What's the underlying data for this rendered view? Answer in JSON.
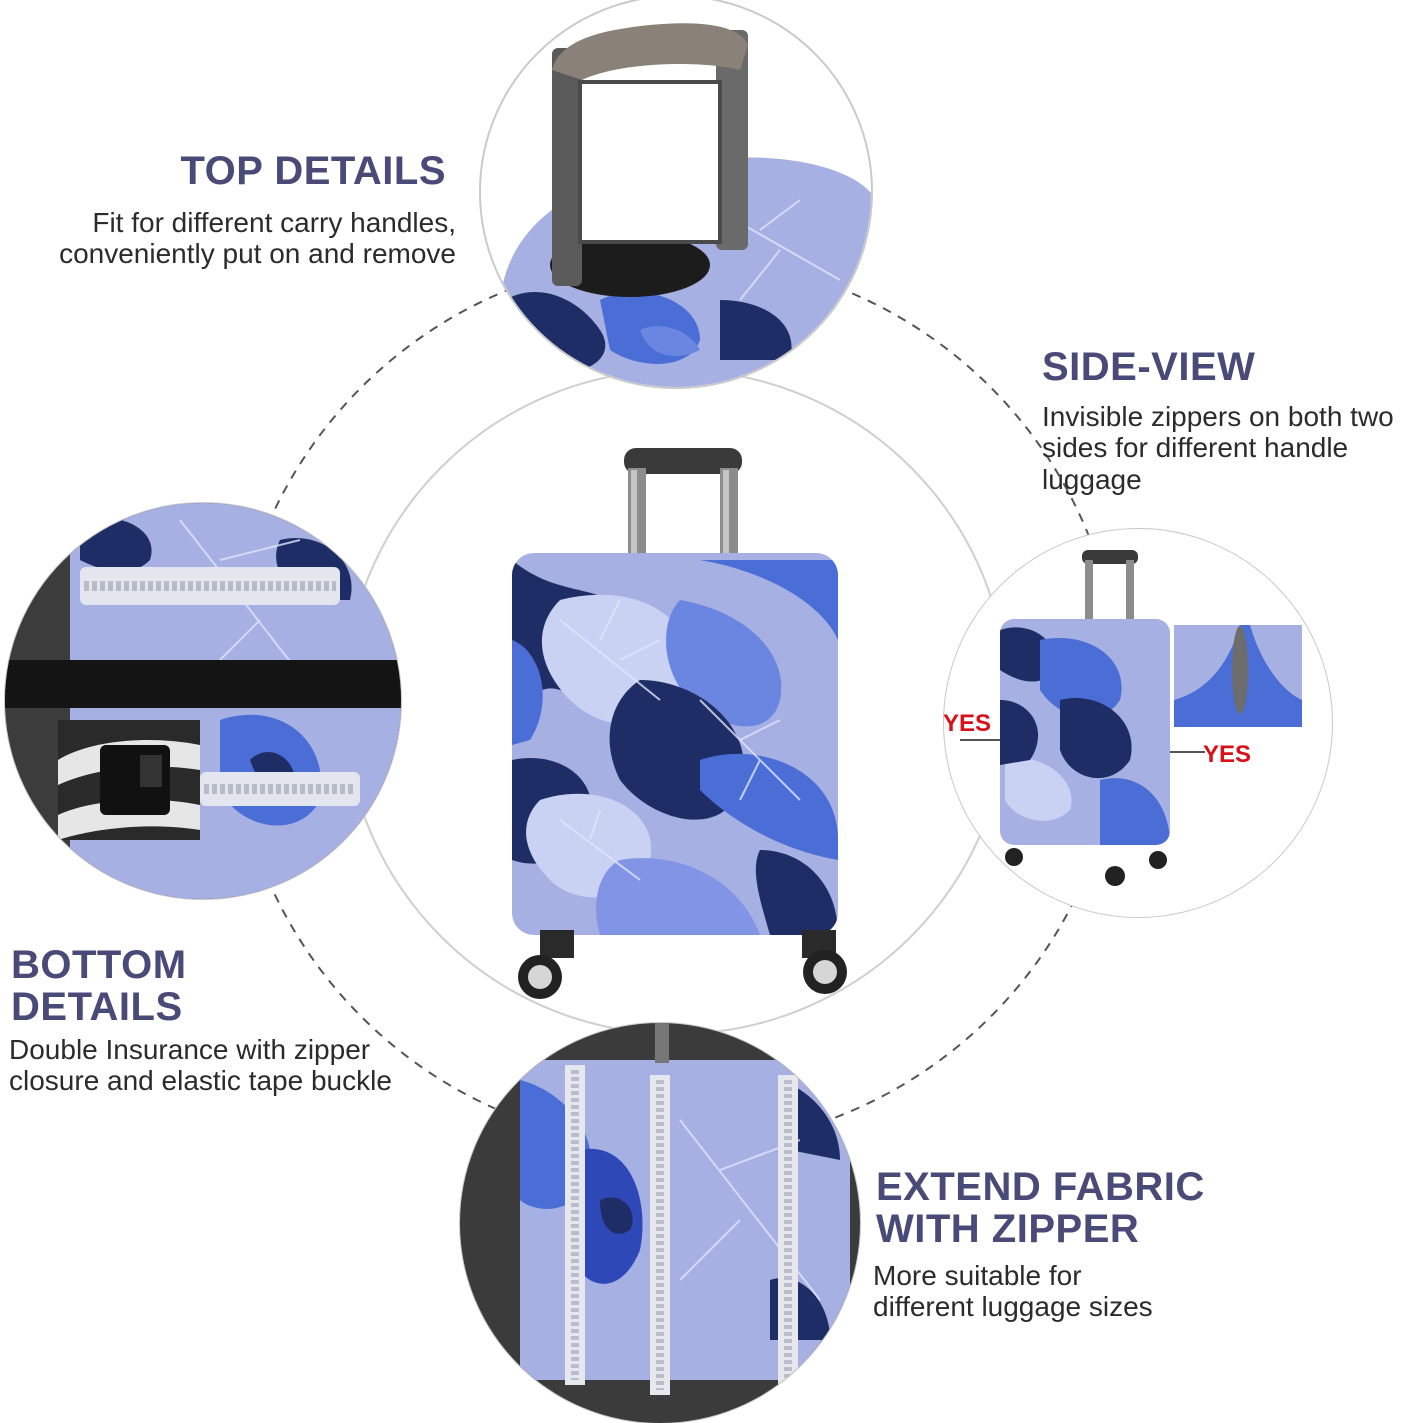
{
  "colors": {
    "heading": "#4a4a78",
    "yes_label": "#d8101a",
    "pattern_light": "#a7b0e3",
    "pattern_mid": "#4b6ed6",
    "pattern_dark": "#1f2d66",
    "circle_outline": "#c9c9c9",
    "dash_ring": "#555555"
  },
  "sections": {
    "top": {
      "heading": "TOP DETAILS",
      "description": "Fit for different carry handles,\nconveniently put on and remove"
    },
    "side": {
      "heading": "SIDE-VIEW",
      "description": "Invisible zippers on both two sides for different handle luggage"
    },
    "bottom": {
      "heading": "BOTTOM\nDETAILS",
      "description": "Double Insurance with zipper\nclosure and elastic tape buckle"
    },
    "extend": {
      "heading": "EXTEND FABRIC\nWITH ZIPPER",
      "description": "More suitable for\ndifferent luggage sizes"
    }
  },
  "side_view_labels": {
    "left": "YES",
    "right": "YES"
  },
  "icons": [
    "luggage-handle-icon",
    "suitcase-icon",
    "zipper-icon",
    "buckle-icon",
    "wheel-icon"
  ]
}
